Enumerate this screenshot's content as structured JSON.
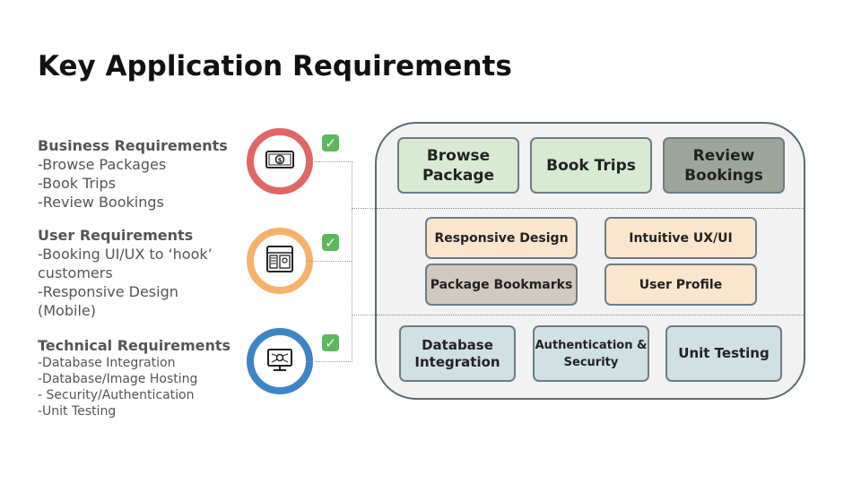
{
  "title": "Key Application Requirements",
  "business": {
    "heading": "Business Requirements",
    "items": [
      "-Browse Packages",
      "-Book Trips",
      "-Review Bookings"
    ]
  },
  "user": {
    "heading": "User Requirements",
    "items": [
      "-Booking UI/UX to ‘hook’ customers",
      "-Responsive Design (Mobile)"
    ]
  },
  "technical": {
    "heading": "Technical Requirements",
    "items": [
      "-Database Integration",
      "-Database/Image Hosting",
      "- Security/Authentication",
      "-Unit Testing"
    ]
  },
  "icons": {
    "business": "money-icon",
    "user": "ui-ux-icon",
    "technical": "computer-network-icon",
    "check_mark": "✓"
  },
  "colors": {
    "business_circle": "#e06666",
    "user_circle": "#f6b26b",
    "technical_circle": "#3d85c6",
    "check": "#5cb85c"
  },
  "features": {
    "row1": [
      "Browse Package",
      "Book Trips",
      "Review Bookings"
    ],
    "row2": [
      "Responsive Design",
      "Intuitive UX/UI",
      "Package Bookmarks",
      "User Profile"
    ],
    "row3": [
      "Database Integration",
      "Authentication & Security",
      "Unit Testing"
    ]
  }
}
